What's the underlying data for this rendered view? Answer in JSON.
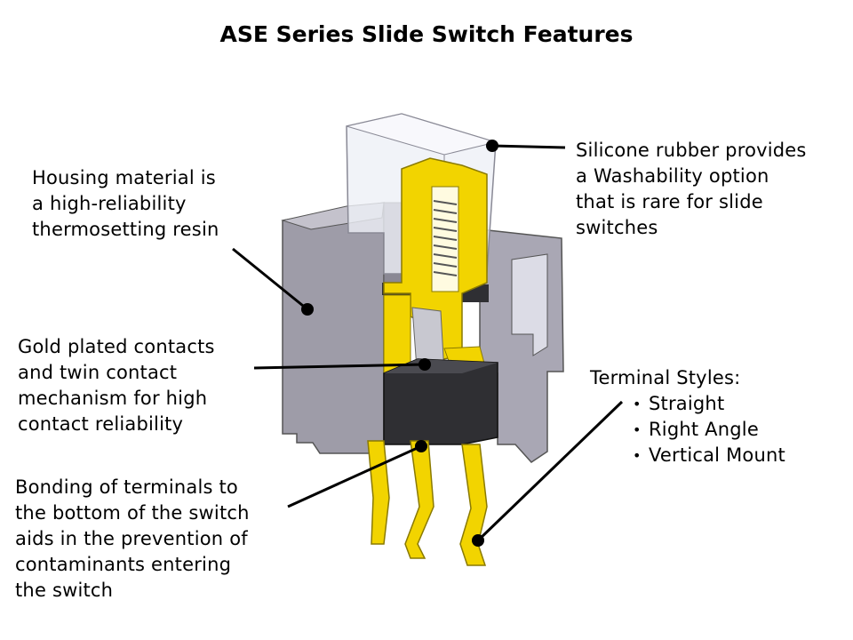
{
  "title": "ASE Series Slide Switch Features",
  "callouts": {
    "housing": [
      "Housing material is",
      "a high-reliability",
      "thermosetting resin"
    ],
    "silicone": [
      "Silicone rubber provides",
      "a Washability option",
      "that is rare for slide",
      "switches"
    ],
    "contacts": [
      "Gold plated contacts",
      "and twin contact",
      "mechanism for high",
      "contact reliability"
    ],
    "bonding": [
      "Bonding of terminals to",
      "the bottom of the switch",
      "aids in the prevention of",
      "contaminants entering",
      "the switch"
    ],
    "terminal": {
      "heading": "Terminal Styles:",
      "items": [
        "Straight",
        "Right Angle",
        "Vertical Mount"
      ]
    }
  },
  "colors": {
    "housing": "#9e9ca8",
    "housing_dark": "#6e6c78",
    "gold": "#f2d400",
    "gold_dark": "#b89e00",
    "base": "#2f2f33",
    "rubber": "#eef0f6"
  }
}
